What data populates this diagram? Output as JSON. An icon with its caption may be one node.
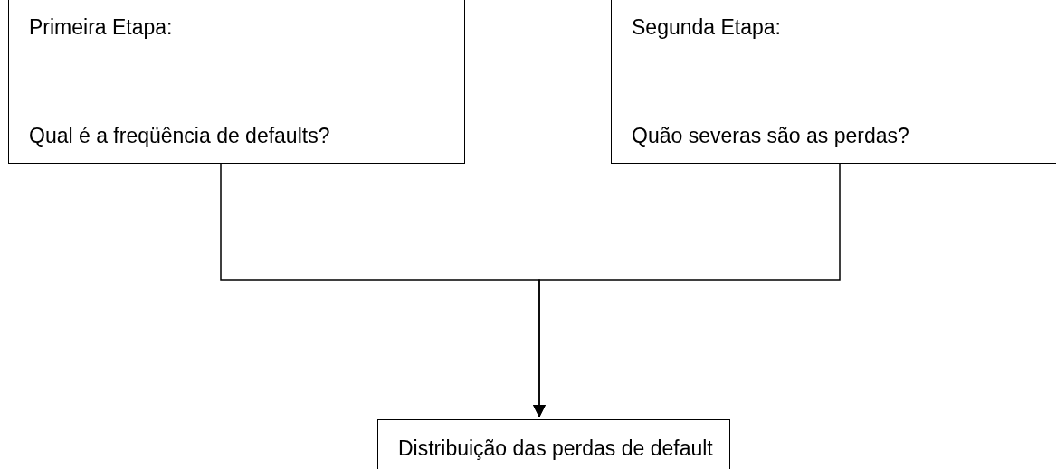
{
  "diagram": {
    "nodes": [
      {
        "text": [
          "Primeira Etapa:",
          "Qual é a freqüência de defaults?"
        ]
      },
      {
        "text": [
          "Segunda Etapa:",
          "Quão severas são as perdas?"
        ]
      },
      {
        "text": [
          "Distribuição das perdas de default"
        ]
      }
    ],
    "edges": [
      {
        "from": 0,
        "to": 2,
        "arrow": "to"
      },
      {
        "from": 1,
        "to": 2,
        "arrow": "to"
      }
    ]
  }
}
